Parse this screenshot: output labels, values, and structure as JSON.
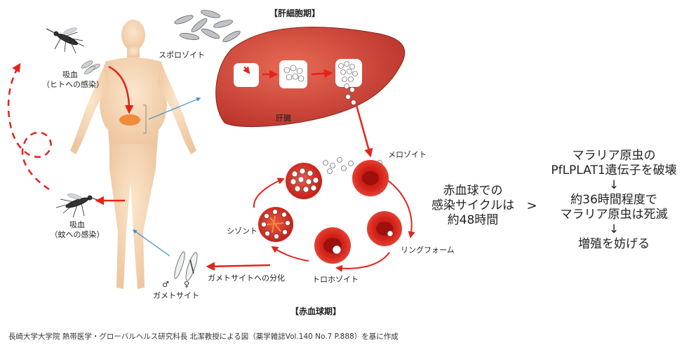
{
  "labels": {
    "hepatic_phase": "【肝細胞期】",
    "sporozoite": "スポロゾイト",
    "liver": "肝臓",
    "merozoite": "メロゾイト",
    "ring_form": "リングフォーム",
    "trophozoite": "トロホゾイト",
    "schizont": "シゾント",
    "gametocyte_differentiation": "ガメトサイトへの分化",
    "gametocyte": "ガメトサイト",
    "male_symbol": "♂",
    "female_symbol": "♀",
    "erythrocytic_phase": "【赤血球期】",
    "blood_feed_human_1": "吸血",
    "blood_feed_human_2": "（ヒトへの感染）",
    "blood_feed_mosquito_1": "吸血",
    "blood_feed_mosquito_2": "（蚊への感染）"
  },
  "cycle_note": [
    "赤血球での",
    "感染サイクルは",
    "約48時間"
  ],
  "comparison_symbol": ">",
  "result_note": [
    "マラリア原虫の",
    "PfLPLAT1遺伝子を破壊",
    "↓",
    "約36時間程度で",
    "マラリア原虫は死滅",
    "↓",
    "増殖を妨げる"
  ],
  "caption": "長崎大学大学院 熱帯医学・グローバルヘルス研究科長  北潔教授による図（薬学雑誌Vol.140 No.7 P.888）を基に作成",
  "colors": {
    "arrow_red": "#e5231b",
    "arrow_blue": "#3a8fd0",
    "body_skin": "#f6d9b8",
    "liver": "#d94a3a",
    "rbc": "#d4221a",
    "spot": "#f08a3c"
  }
}
